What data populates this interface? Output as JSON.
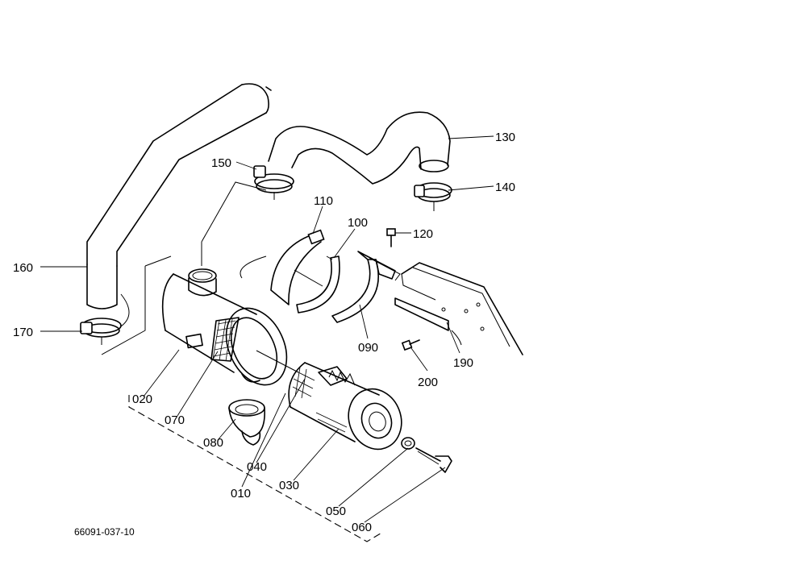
{
  "document_number": "66091-037-10",
  "callouts": [
    {
      "id": "010",
      "label": "010"
    },
    {
      "id": "020",
      "label": "020"
    },
    {
      "id": "030",
      "label": "030"
    },
    {
      "id": "040",
      "label": "040"
    },
    {
      "id": "050",
      "label": "050"
    },
    {
      "id": "060",
      "label": "060"
    },
    {
      "id": "070",
      "label": "070"
    },
    {
      "id": "080",
      "label": "080"
    },
    {
      "id": "090",
      "label": "090"
    },
    {
      "id": "100",
      "label": "100"
    },
    {
      "id": "110",
      "label": "110"
    },
    {
      "id": "120",
      "label": "120"
    },
    {
      "id": "130",
      "label": "130"
    },
    {
      "id": "140",
      "label": "140"
    },
    {
      "id": "150",
      "label": "150"
    },
    {
      "id": "160",
      "label": "160"
    },
    {
      "id": "170",
      "label": "170"
    },
    {
      "id": "190",
      "label": "190"
    },
    {
      "id": "200",
      "label": "200"
    }
  ]
}
